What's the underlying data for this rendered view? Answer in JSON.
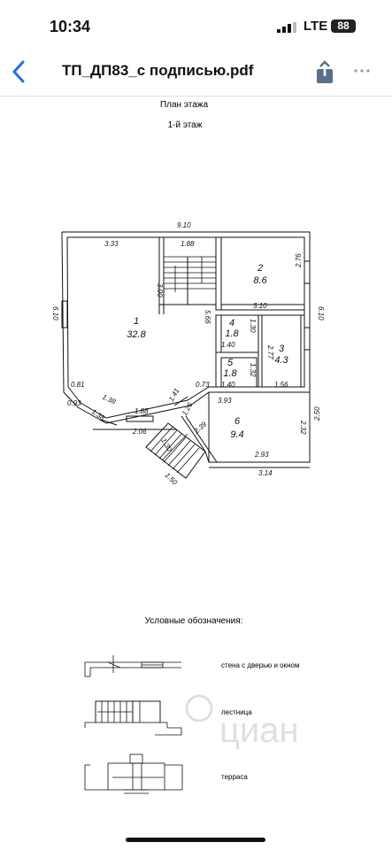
{
  "status_bar": {
    "time": "10:34",
    "network": "LTE",
    "battery": "88"
  },
  "nav": {
    "title": "ТП_ДП83_с подписью.pdf"
  },
  "document": {
    "heading": "План этажа",
    "subheading": "1-й этаж",
    "dimensions": {
      "top_total": "9.10",
      "d333": "3.33",
      "d188_top": "1.88",
      "d300": "3.00",
      "d276": "2.76",
      "d310": "3.10",
      "d610_left": "6.10",
      "d610_right": "6.10",
      "d566": "5.66",
      "d130a": "1.30",
      "d140a": "1.40",
      "d277": "2.77",
      "d132": "1.32",
      "d140b": "1.40",
      "d156": "1.56",
      "d081": "0.81",
      "d073": "0.73",
      "d093": "0.93",
      "d138a": "1.38",
      "d138b": "1.38",
      "d188_bottom": "1.88",
      "d141": "1.41",
      "d126": "1.26",
      "d206": "2.06",
      "d393": "3.93",
      "d232": "2.32",
      "d250": "2.50",
      "d293": "2.93",
      "d130b": "1.30",
      "d239": "2.39",
      "d150": "1.50",
      "d314": "3.14"
    },
    "rooms": [
      {
        "num": "1",
        "area": "32.8"
      },
      {
        "num": "2",
        "area": "8.6"
      },
      {
        "num": "3",
        "area": "4.3"
      },
      {
        "num": "4",
        "area": "1.8"
      },
      {
        "num": "5",
        "area": "1.8"
      },
      {
        "num": "6",
        "area": "9.4"
      }
    ],
    "legend": {
      "title": "Условные обозначения:",
      "items": [
        "стена с дверью и окном",
        "лестница",
        "терраса"
      ]
    },
    "watermark": "циан"
  }
}
